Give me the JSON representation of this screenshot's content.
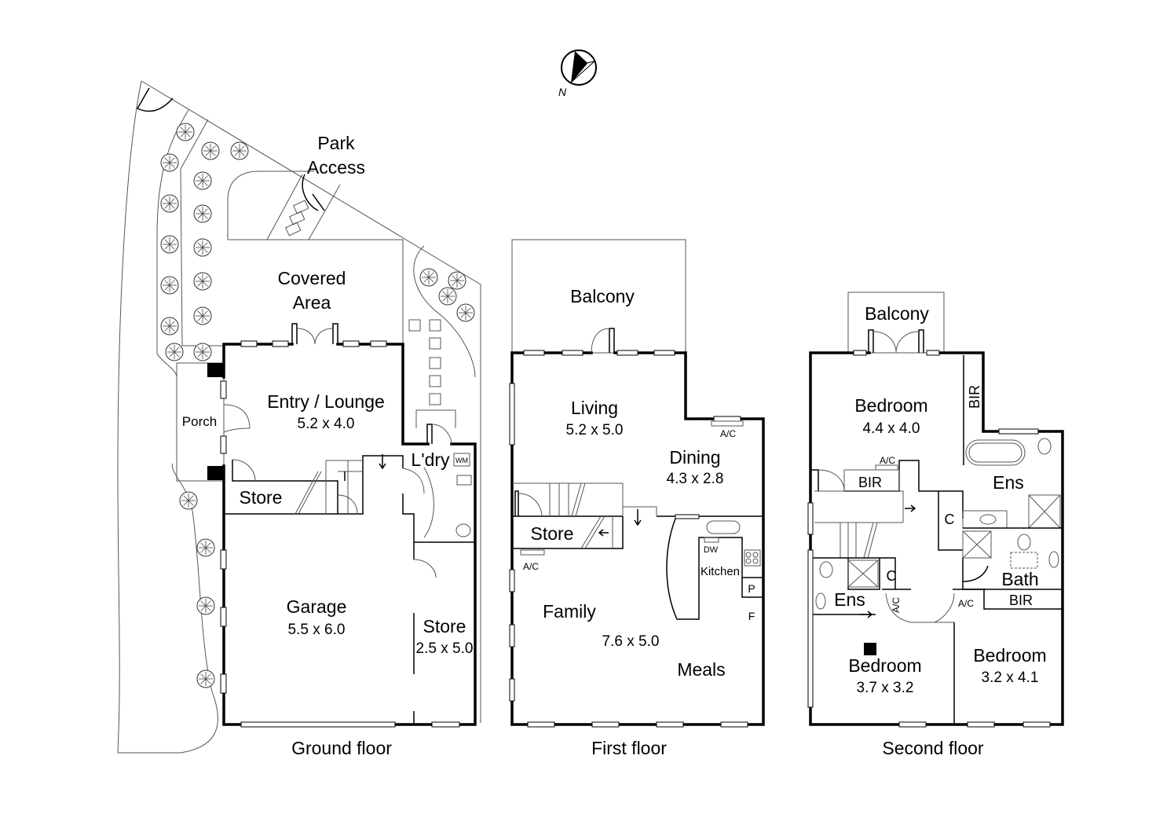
{
  "compass": {
    "label": "N",
    "icon": "north-arrow-icon"
  },
  "ground_floor": {
    "title": "Ground floor",
    "rooms": [
      {
        "name": "Park",
        "line2": "Access"
      },
      {
        "name": "Covered",
        "line2": "Area"
      },
      {
        "name": "Entry / Lounge",
        "dims": "5.2 x 4.0"
      },
      {
        "name": "Porch"
      },
      {
        "name": "Store"
      },
      {
        "name": "L'dry",
        "appliance": "WM"
      },
      {
        "name": "Garage",
        "dims": "5.5 x 6.0"
      },
      {
        "name": "Store",
        "dims": "2.5 x 5.0"
      }
    ]
  },
  "first_floor": {
    "title": "First floor",
    "rooms": [
      {
        "name": "Balcony"
      },
      {
        "name": "Living",
        "dims": "5.2 x 5.0"
      },
      {
        "name": "Dining",
        "dims": "4.3 x 2.8"
      },
      {
        "name": "Store"
      },
      {
        "name": "Kitchen"
      },
      {
        "name": "Family"
      },
      {
        "name": "7.6 x 5.0"
      },
      {
        "name": "Meals"
      }
    ],
    "fixtures": {
      "ac1": "A/C",
      "ac2": "A/C",
      "dw": "DW",
      "pantry": "P",
      "fridge": "F"
    }
  },
  "second_floor": {
    "title": "Second floor",
    "rooms": [
      {
        "name": "Balcony"
      },
      {
        "name": "Bedroom",
        "dims": "4.4 x 4.0"
      },
      {
        "name": "BIR"
      },
      {
        "name": "BIR"
      },
      {
        "name": "Ens"
      },
      {
        "name": "C"
      },
      {
        "name": "C"
      },
      {
        "name": "Ens"
      },
      {
        "name": "Bath"
      },
      {
        "name": "BIR"
      },
      {
        "name": "Bedroom",
        "dims": "3.7 x 3.2"
      },
      {
        "name": "Bedroom",
        "dims": "3.2 x 4.1"
      }
    ],
    "fixtures": {
      "ac1": "A/C",
      "ac2": "A/C",
      "ac3": "A/C"
    }
  }
}
